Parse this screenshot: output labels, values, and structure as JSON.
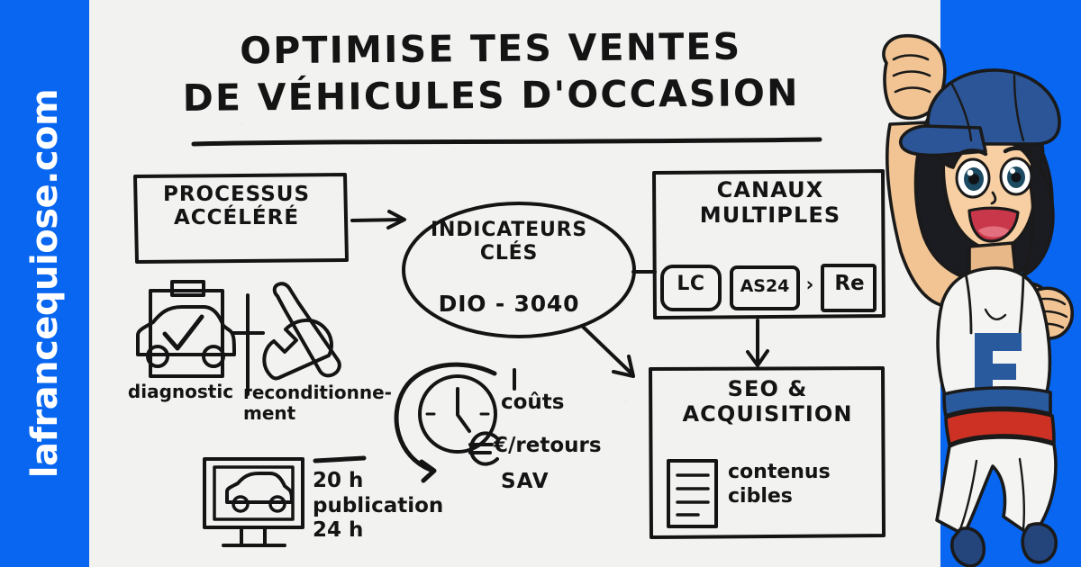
{
  "brand": {
    "url": "lafrancequiose.com",
    "accent_color": "#0866f0",
    "paper_color": "#f2f2f0",
    "ink_color": "#141414"
  },
  "title": {
    "line1": "OPTIMISE TES VENTES",
    "line2": "DE VÉHICULES D'OCCASION",
    "full": "OPTIMISE TES VENTES\nDE VÉHICULES D'OCCASION"
  },
  "diagram": {
    "process_box": {
      "label": "PROCESSUS\nACCÉLÉRÉ",
      "line1": "PROCESSUS",
      "line2": "ACCÉLÉRÉ"
    },
    "kpi_oval": {
      "title": "INDICATEURS\nCLÉS",
      "metric": "DIO - 3040",
      "metric_label": "DIO",
      "metric_value": "3040"
    },
    "channels_box": {
      "label": "CANAUX\nMULTIPLES",
      "badges": [
        {
          "name": "leboncoin-badge",
          "text": "LC"
        },
        {
          "name": "as24-badge",
          "text": "AS24"
        },
        {
          "name": "chevron-right-icon",
          "text": "›"
        },
        {
          "name": "reezocar-badge",
          "text": "Re"
        }
      ]
    },
    "seo_box": {
      "label": "SEO &\nACQUISITION",
      "caption": "contenus\ncibles",
      "caption_line1": "contenus",
      "caption_line2": "cibles"
    },
    "steps": [
      {
        "icon": "clipboard-car-check-icon",
        "label": "diagnostic"
      },
      {
        "icon": "wrench-screwdriver-icon",
        "label": "reconditionne-\nment"
      }
    ],
    "publication": {
      "icon": "monitor-car-icon",
      "line1": "20 h",
      "line2": "publication",
      "line3": "24 h",
      "full": "20 h\npublication\n24 h"
    },
    "costs": {
      "icon": "clock-cycle-icon",
      "arrow": "↓",
      "line1": "coûts",
      "line2": "€/retours",
      "line3": "SAV"
    }
  },
  "character": {
    "name": "mascot-cheering-woman",
    "cap_color": "#2b5596",
    "hair_color": "#1b1b22",
    "skin_color": "#f2c493",
    "outfit_color": "#f4f4f2",
    "belt_blue": "#2a5a9e",
    "belt_red": "#cc3124",
    "logo_letter": "F"
  }
}
